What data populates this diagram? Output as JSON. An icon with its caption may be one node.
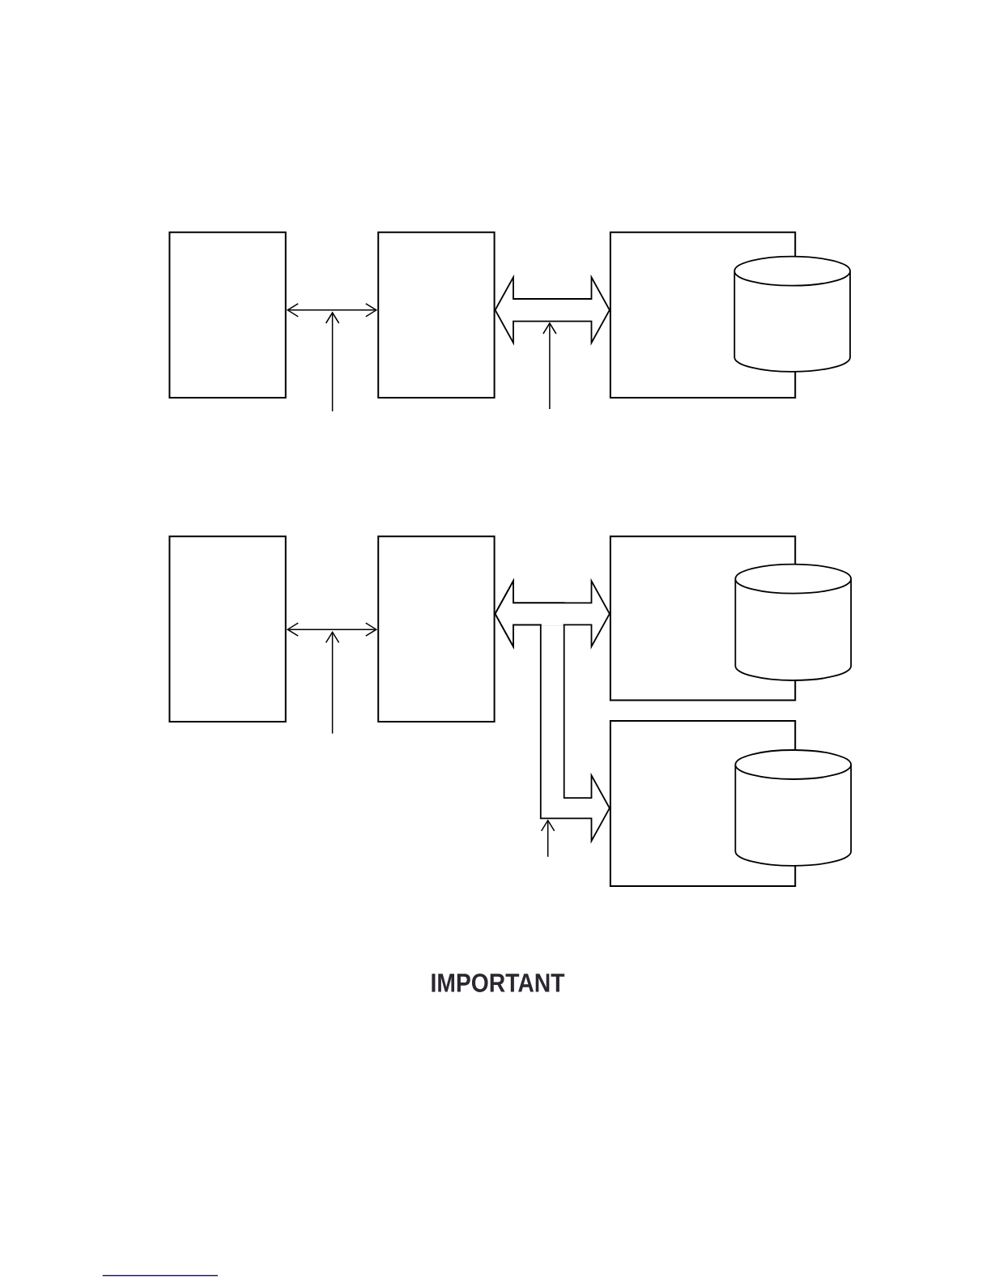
{
  "diagram": {
    "nodes": [
      {
        "text": [],
        "shape": "box"
      },
      {
        "text": [],
        "shape": "box"
      },
      {
        "text": [],
        "shape": "box"
      },
      {
        "text": [],
        "shape": "cylinder"
      },
      {
        "text": [],
        "shape": "box"
      },
      {
        "text": [],
        "shape": "box"
      },
      {
        "text": [],
        "shape": "box"
      },
      {
        "text": [],
        "shape": "cylinder"
      },
      {
        "text": [],
        "shape": "box"
      },
      {
        "text": [],
        "shape": "cylinder"
      }
    ],
    "edges": [
      {
        "from": 0,
        "to": 1,
        "arrow": "both"
      },
      {
        "from": 1,
        "to": 2,
        "arrow": "both",
        "style": "thick"
      },
      {
        "from": 4,
        "to": 5,
        "arrow": "both"
      },
      {
        "from": 5,
        "to": 6,
        "arrow": "both",
        "style": "thick"
      },
      {
        "from": 5,
        "to": 8,
        "arrow": "both",
        "style": "thick"
      }
    ],
    "labels": [
      "IMPORTANT"
    ]
  }
}
